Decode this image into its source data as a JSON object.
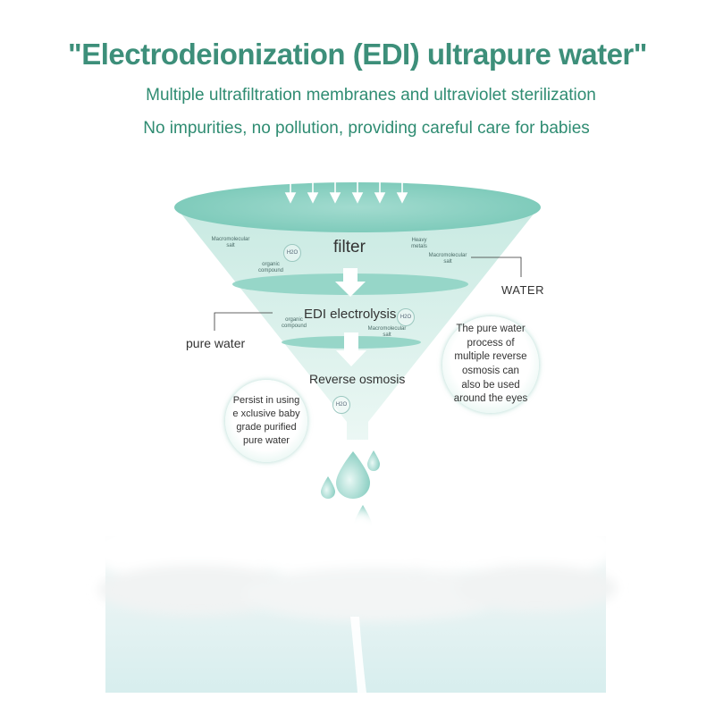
{
  "header": {
    "title": "\"Electrodeionization (EDI) ultrapure water\"",
    "subtitle_1": "Multiple ultrafiltration membranes and ultraviolet sterilization",
    "subtitle_2": "No impurities, no pollution, providing careful care for babies"
  },
  "funnel": {
    "stage_1": "filter",
    "stage_2": "EDI electrolysis",
    "stage_3": "Reverse osmosis",
    "particles": {
      "macro_salt": "Macromolecular salt",
      "organic": "organic compound",
      "heavy_metals": "Heavy metals",
      "h2o": "H2O"
    }
  },
  "callouts": {
    "water": "WATER",
    "pure_water": "pure water"
  },
  "bubbles": {
    "left": "Persist in using e xclusive baby grade purified pure water",
    "right": "The pure water process of multiple reverse osmosis can also be used around the eyes"
  },
  "colors": {
    "title": "#3d8f7a",
    "funnel": "#a9ddd3",
    "funnel_dark": "#6fc1b0"
  }
}
